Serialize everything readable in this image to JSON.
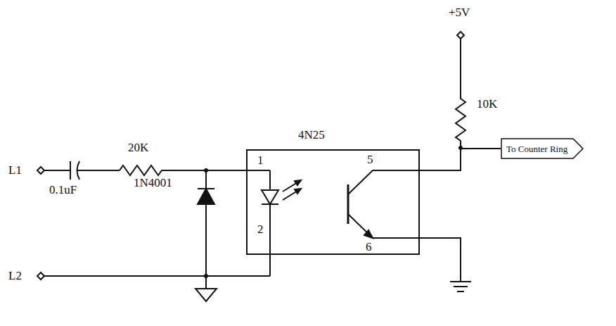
{
  "diagram": {
    "nodes": [
      {
        "text": [
          "4N25"
        ]
      },
      {
        "text": [
          "To Counter Ring"
        ]
      }
    ],
    "edges": [
      {
        "from": 0,
        "to": 1,
        "arrow": "none"
      }
    ],
    "labels": [
      "+5V",
      "10K",
      "L1",
      "20K",
      "1",
      "5",
      "0.1uF",
      "1N4001",
      "2",
      "6",
      "L2"
    ]
  }
}
